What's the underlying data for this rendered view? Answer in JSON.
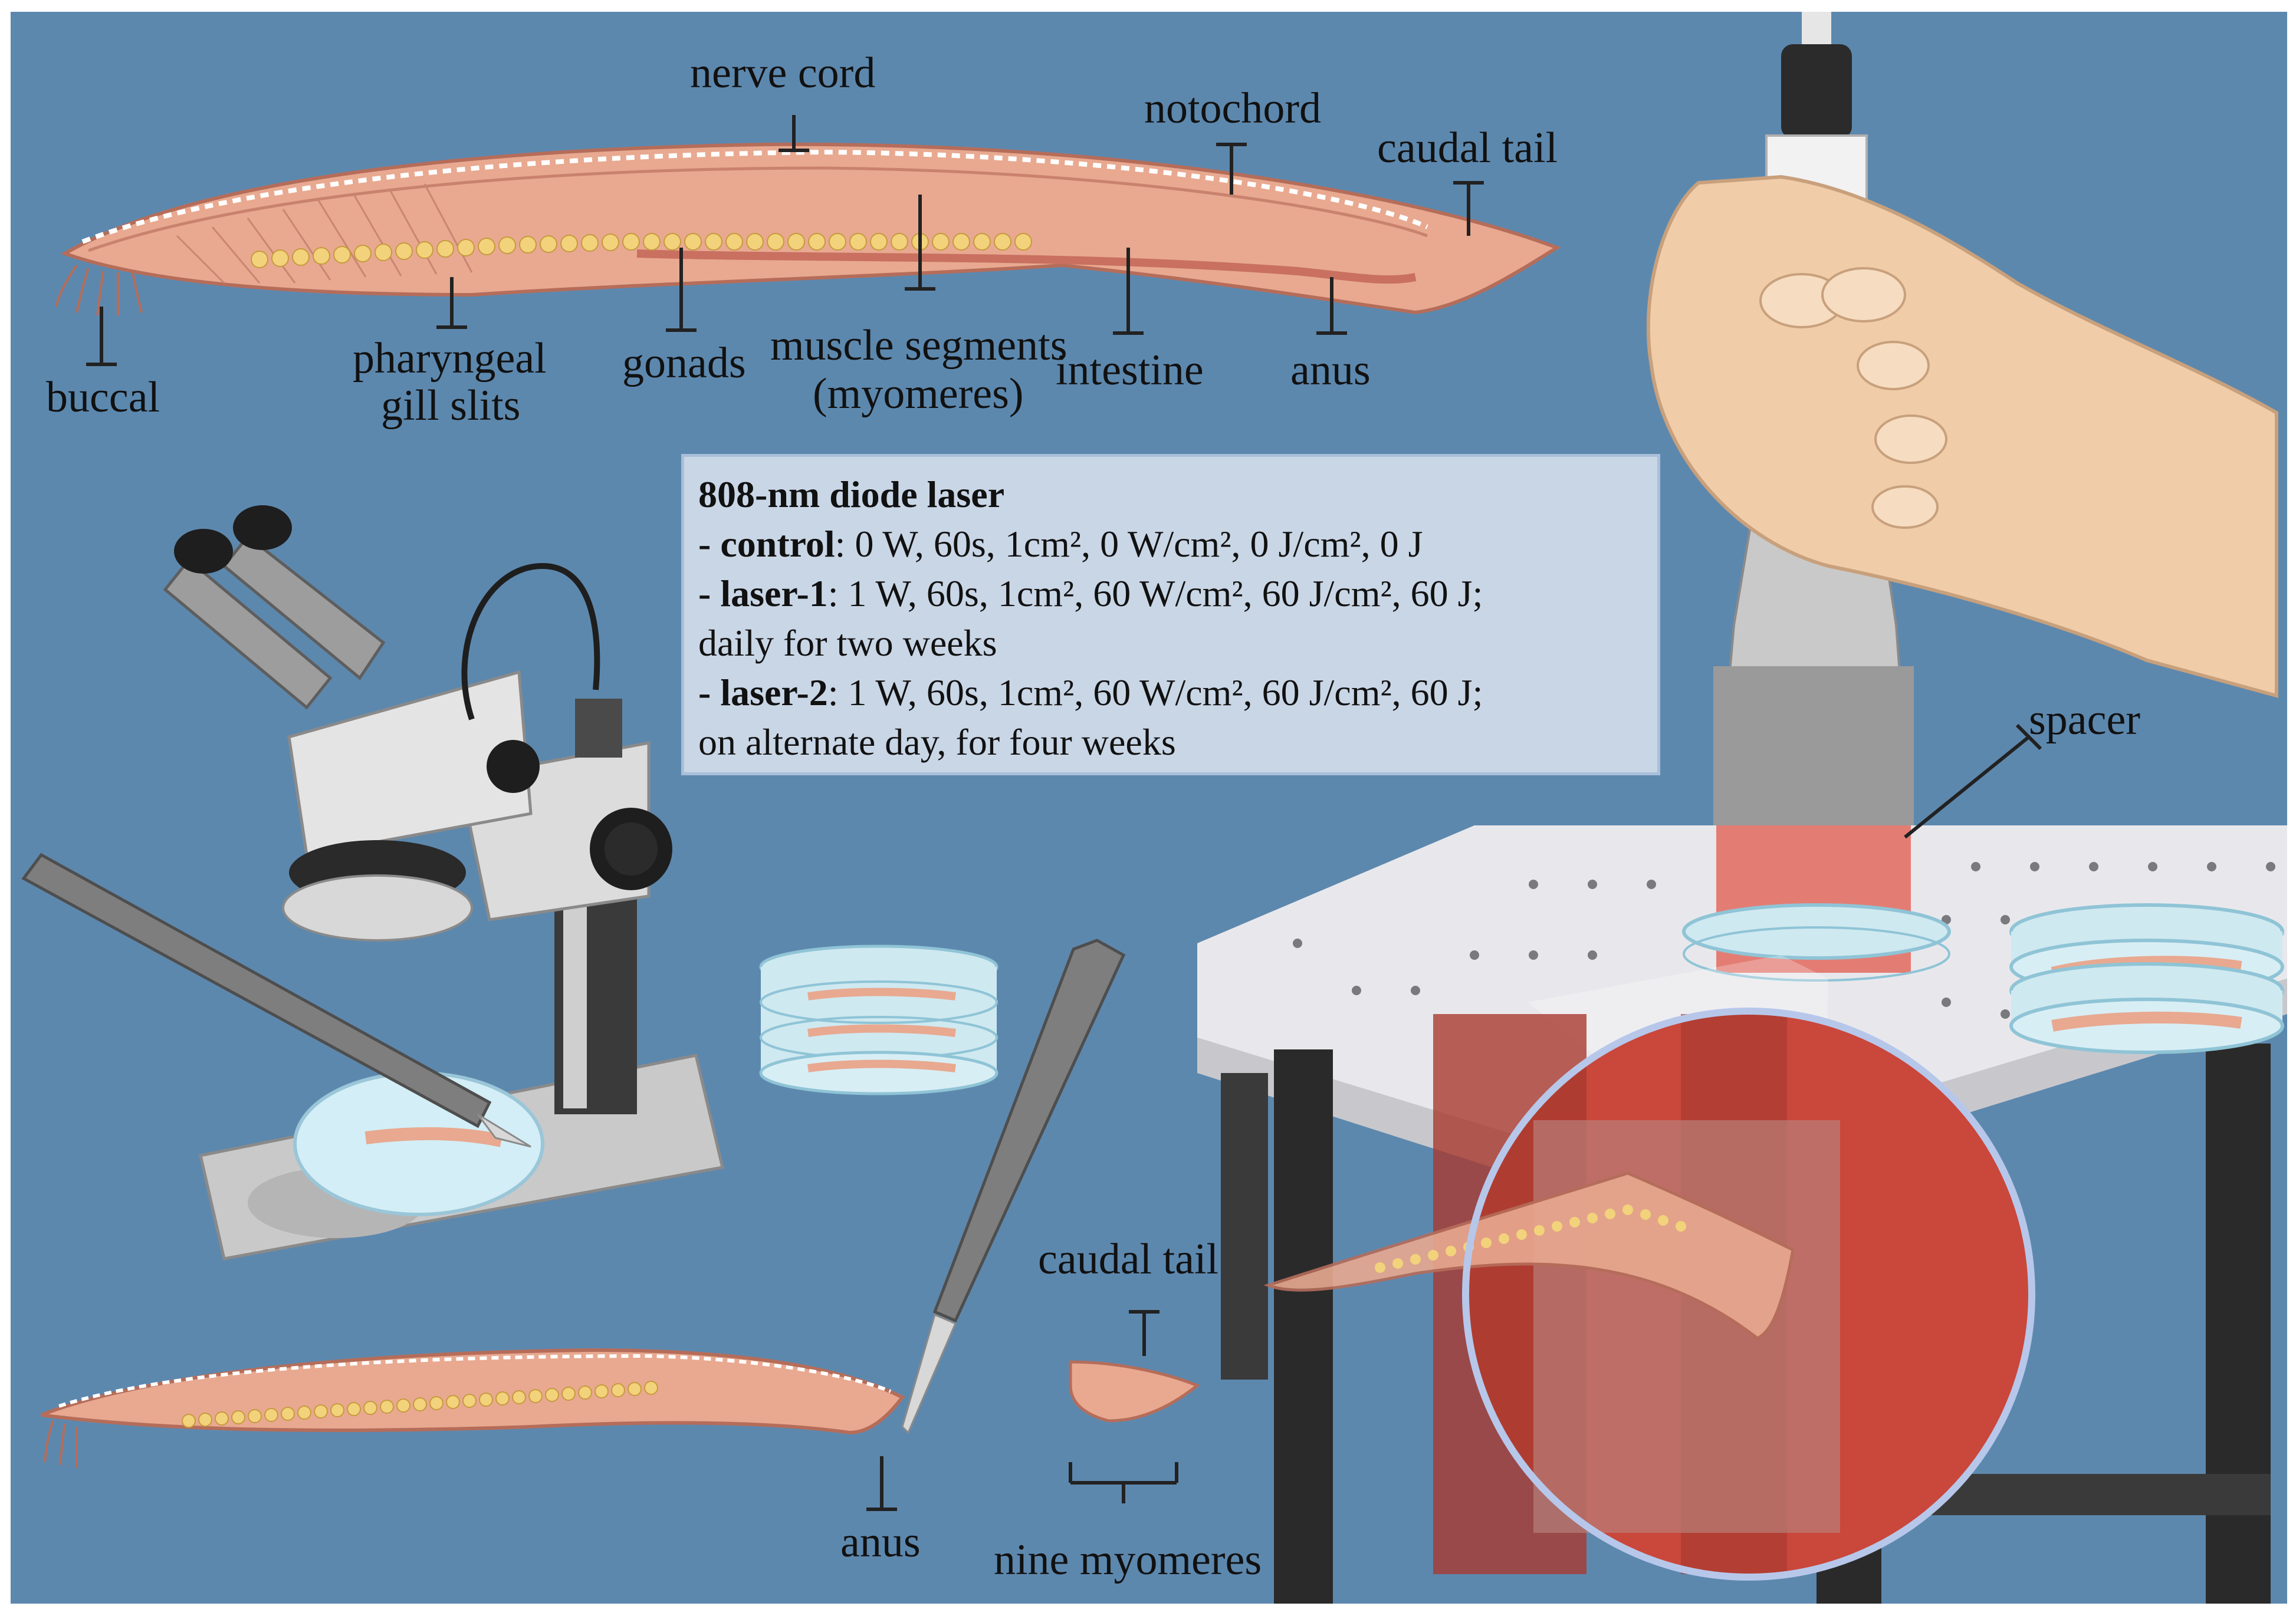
{
  "top_labels": {
    "nerve_cord": "nerve cord",
    "notochord": "notochord",
    "caudal_tail": "caudal tail",
    "buccal": "buccal",
    "pharyngeal_gill_slits_1": "pharyngeal",
    "pharyngeal_gill_slits_2": "gill slits",
    "gonads": "gonads",
    "muscle_segments_1": "muscle segments",
    "muscle_segments_2": "(myomeres)",
    "intestine": "intestine",
    "anus": "anus"
  },
  "laser_box": {
    "title": "808-nm diode laser",
    "control_key": "- control",
    "control_val": ": 0 W, 60s, 1cm², 0 W/cm², 0 J/cm², 0 J",
    "laser1_key": "- laser-1",
    "laser1_val": ": 1 W, 60s, 1cm², 60 W/cm², 60 J/cm², 60 J;",
    "laser1_note": "daily for two weeks",
    "laser2_key": "- laser-2",
    "laser2_val": ": 1 W, 60s, 1cm², 60 W/cm², 60 J/cm², 60 J;",
    "laser2_note": "on alternate day, for four weeks"
  },
  "bottom_labels": {
    "spacer": "spacer",
    "caudal_tail": "caudal tail",
    "anus": "anus",
    "nine_myomeres": "nine myomeres"
  },
  "colors": {
    "background": "#5d88ae",
    "body": "#e8a990",
    "gonad": "#f2d27a",
    "laser_red": "#e25a4c"
  }
}
